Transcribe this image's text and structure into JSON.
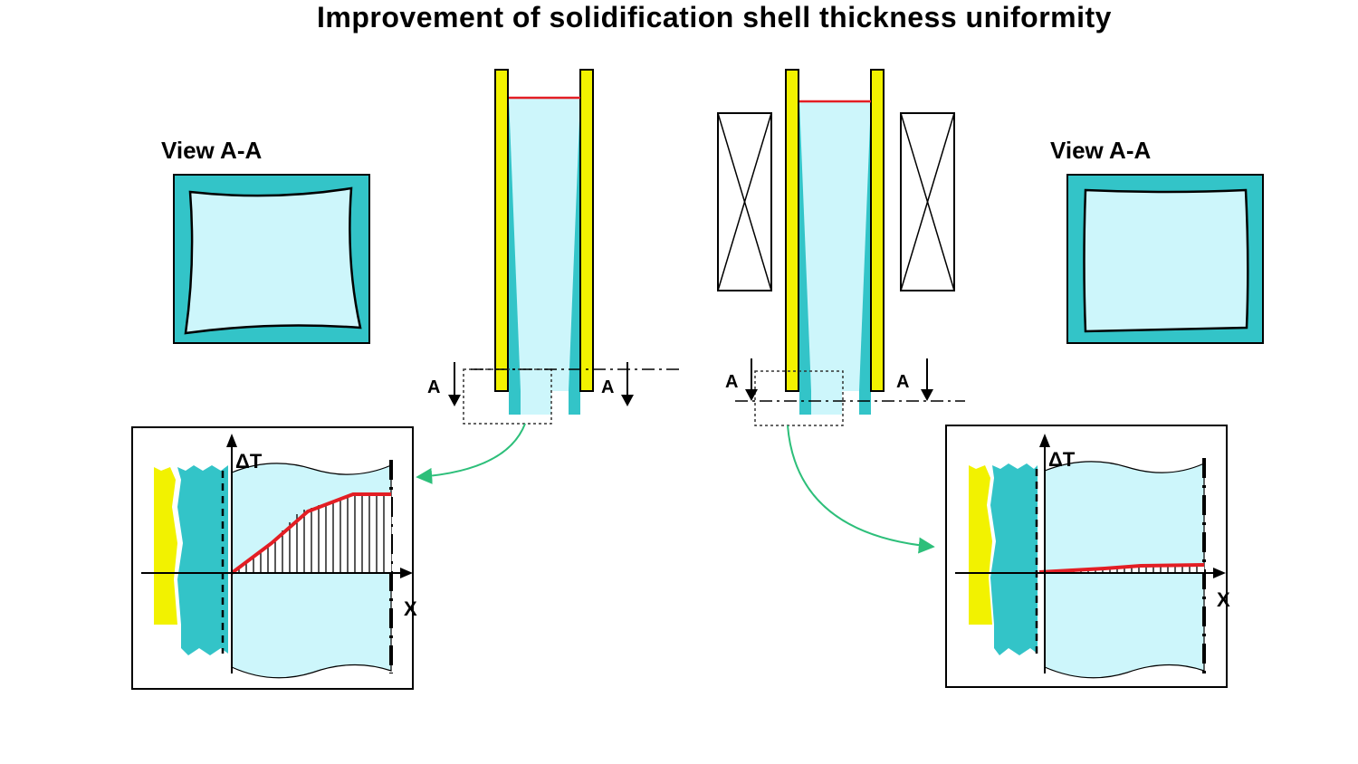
{
  "title": "Improvement of solidification shell thickness uniformity",
  "left_panel": {
    "view_label": "View A-A",
    "section_marker_left": "A",
    "section_marker_right": "A",
    "graph": {
      "y_axis_label": "ΔT",
      "x_axis_label": "X"
    }
  },
  "right_panel": {
    "view_label": "View A-A",
    "section_marker_left": "A",
    "section_marker_right": "A",
    "graph": {
      "y_axis_label": "ΔT",
      "x_axis_label": "X"
    }
  },
  "colors": {
    "mold_wall": "#f2f200",
    "shell": "#33c4c8",
    "liquid": "#cdf6fb",
    "meniscus": "#e31e24",
    "temperature_curve": "#e31e24",
    "arrow": "#2dbf7a"
  }
}
